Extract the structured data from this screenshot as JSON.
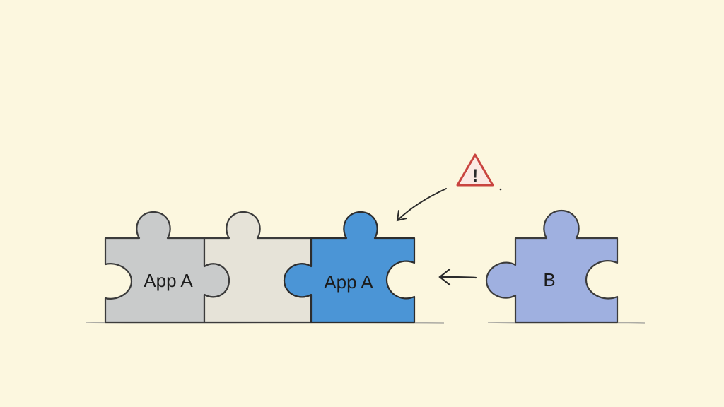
{
  "pieces": [
    {
      "id": "piece-1",
      "label": "App A",
      "fill": "#c9cbcb"
    },
    {
      "id": "piece-2",
      "label": "",
      "fill": "#e6e3d8"
    },
    {
      "id": "piece-3",
      "label": "App A",
      "fill": "#4b95d6"
    },
    {
      "id": "piece-4",
      "label": "B",
      "fill": "#9fb0e0"
    }
  ],
  "warning": {
    "icon": "warning-triangle-icon",
    "symbol": "!",
    "color": "#d9534f"
  },
  "colors": {
    "background": "#fcf7df",
    "outline": "#3b3b3b"
  }
}
